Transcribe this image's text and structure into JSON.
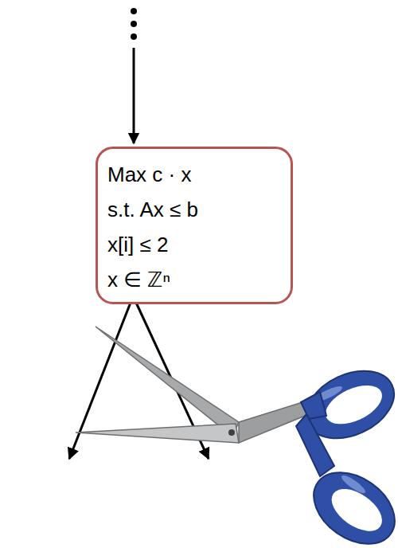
{
  "diagram": {
    "nodes": [
      {
        "text": [
          "Max c · x",
          "s.t. Ax ≤ b",
          "x[i] ≤ 2",
          "x ∈ ℤⁿ"
        ]
      }
    ]
  }
}
